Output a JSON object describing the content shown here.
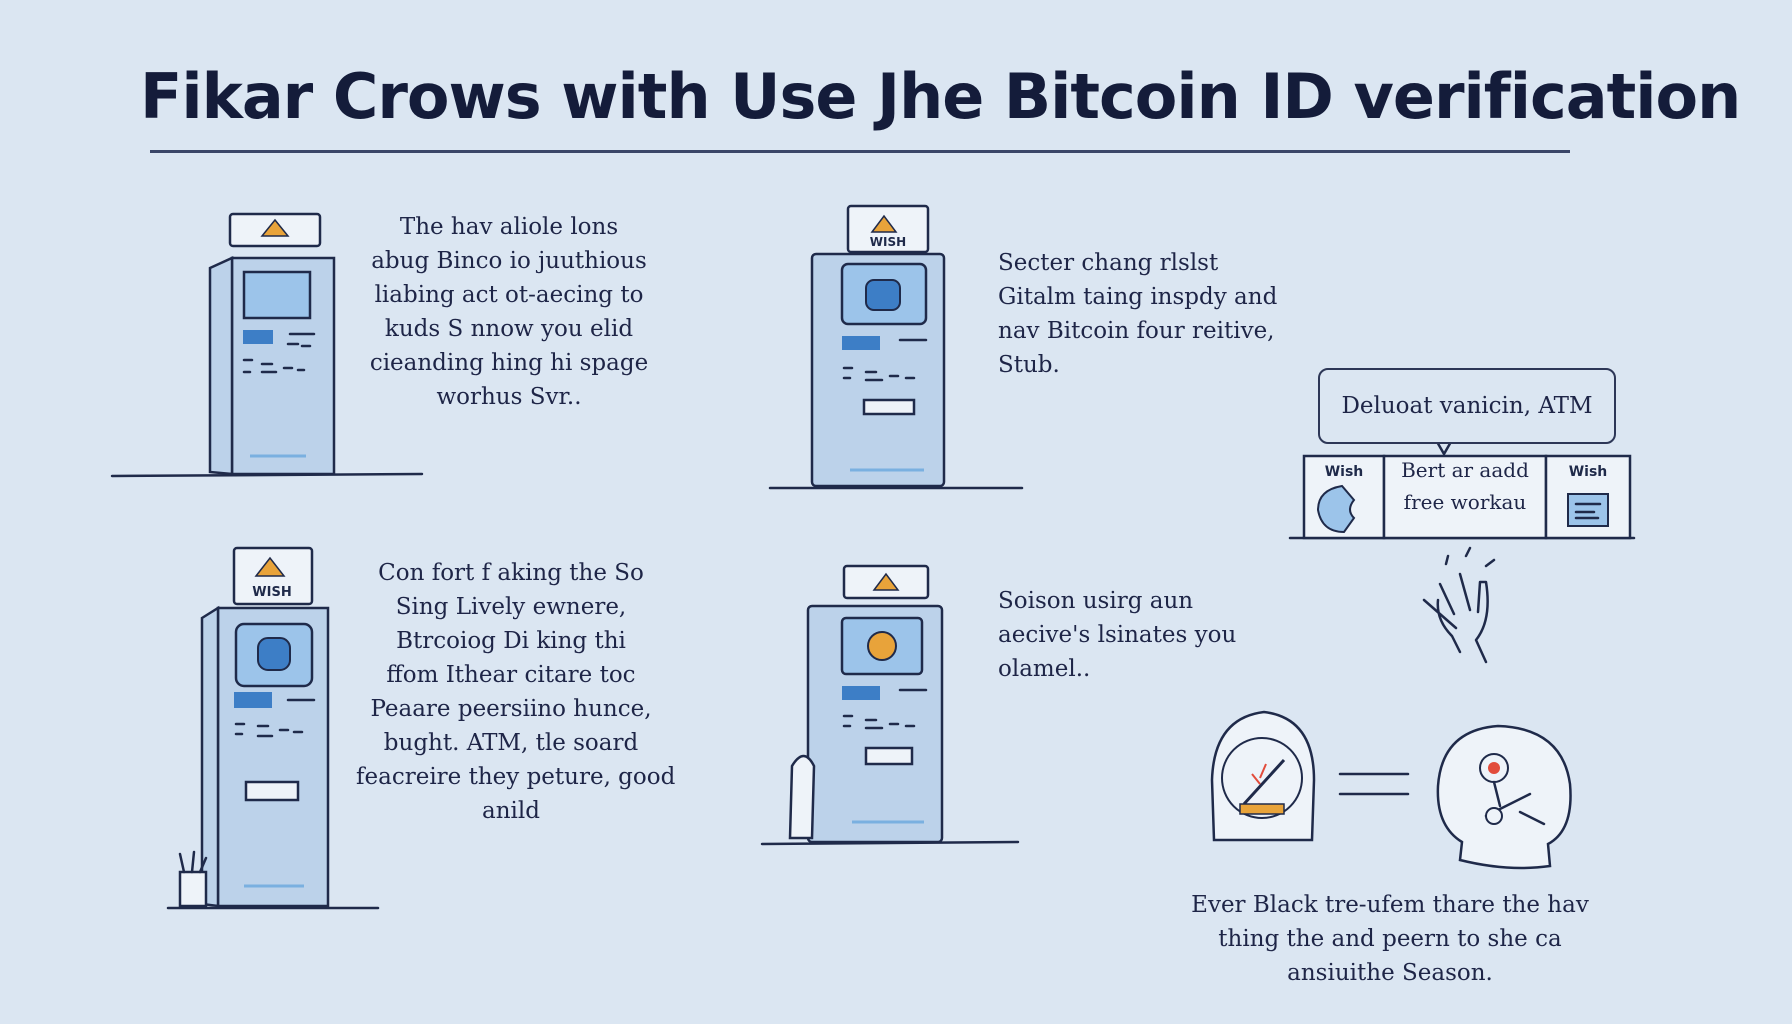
{
  "title": "Fikar Crows with Use Jhe Bitcoin ID verification",
  "panels": [
    {
      "lines": [
        "The hav aliole lons",
        "abug Binco io juuthious",
        "liabing act ot-aecing to",
        "kuds S nnow you elid",
        "cieanding hing hi spage",
        "worhus Svr.."
      ]
    },
    {
      "lines": [
        "Secter chang rlslst",
        "Gitalm taing inspdy and",
        "nav Bitcoin four reitive,",
        "Stub."
      ]
    },
    {
      "lines": [
        "Con fort f aking the So",
        "Sing Lively ewnere,",
        "Btrcoiog Di king thi",
        "ffom Ithear citare toc",
        "Peaare peersiino hunce,",
        "bught. ATM, tle soard",
        "feacreire they peture, good",
        "anild"
      ]
    },
    {
      "lines": [
        "Soison usirg aun",
        "aecive's lsinates you",
        "olamel.."
      ]
    }
  ],
  "atm_sign_labels": [
    "WISH",
    "WISH"
  ],
  "callout": {
    "bubble_text": "Deluoat vanicin, ATM",
    "card_text_lines": [
      "Bert ar aadd",
      "free workau"
    ],
    "card_tags": [
      "Wish",
      "Wish"
    ]
  },
  "bottom_caption": [
    "Ever Black tre-ufem thare the hav",
    "thing the and peern to she ca",
    "ansiuithe Season."
  ],
  "icons": [
    "warning-sign-icon",
    "bitcoin-coin-icon",
    "hand-wave-icon",
    "face-scan-icon"
  ],
  "colors": {
    "background": "#dbe6f2",
    "ink": "#1f2a4a",
    "atm_body": "#bcd2ea",
    "screen": "#9cc4ea",
    "warning": "#e8a33a"
  }
}
